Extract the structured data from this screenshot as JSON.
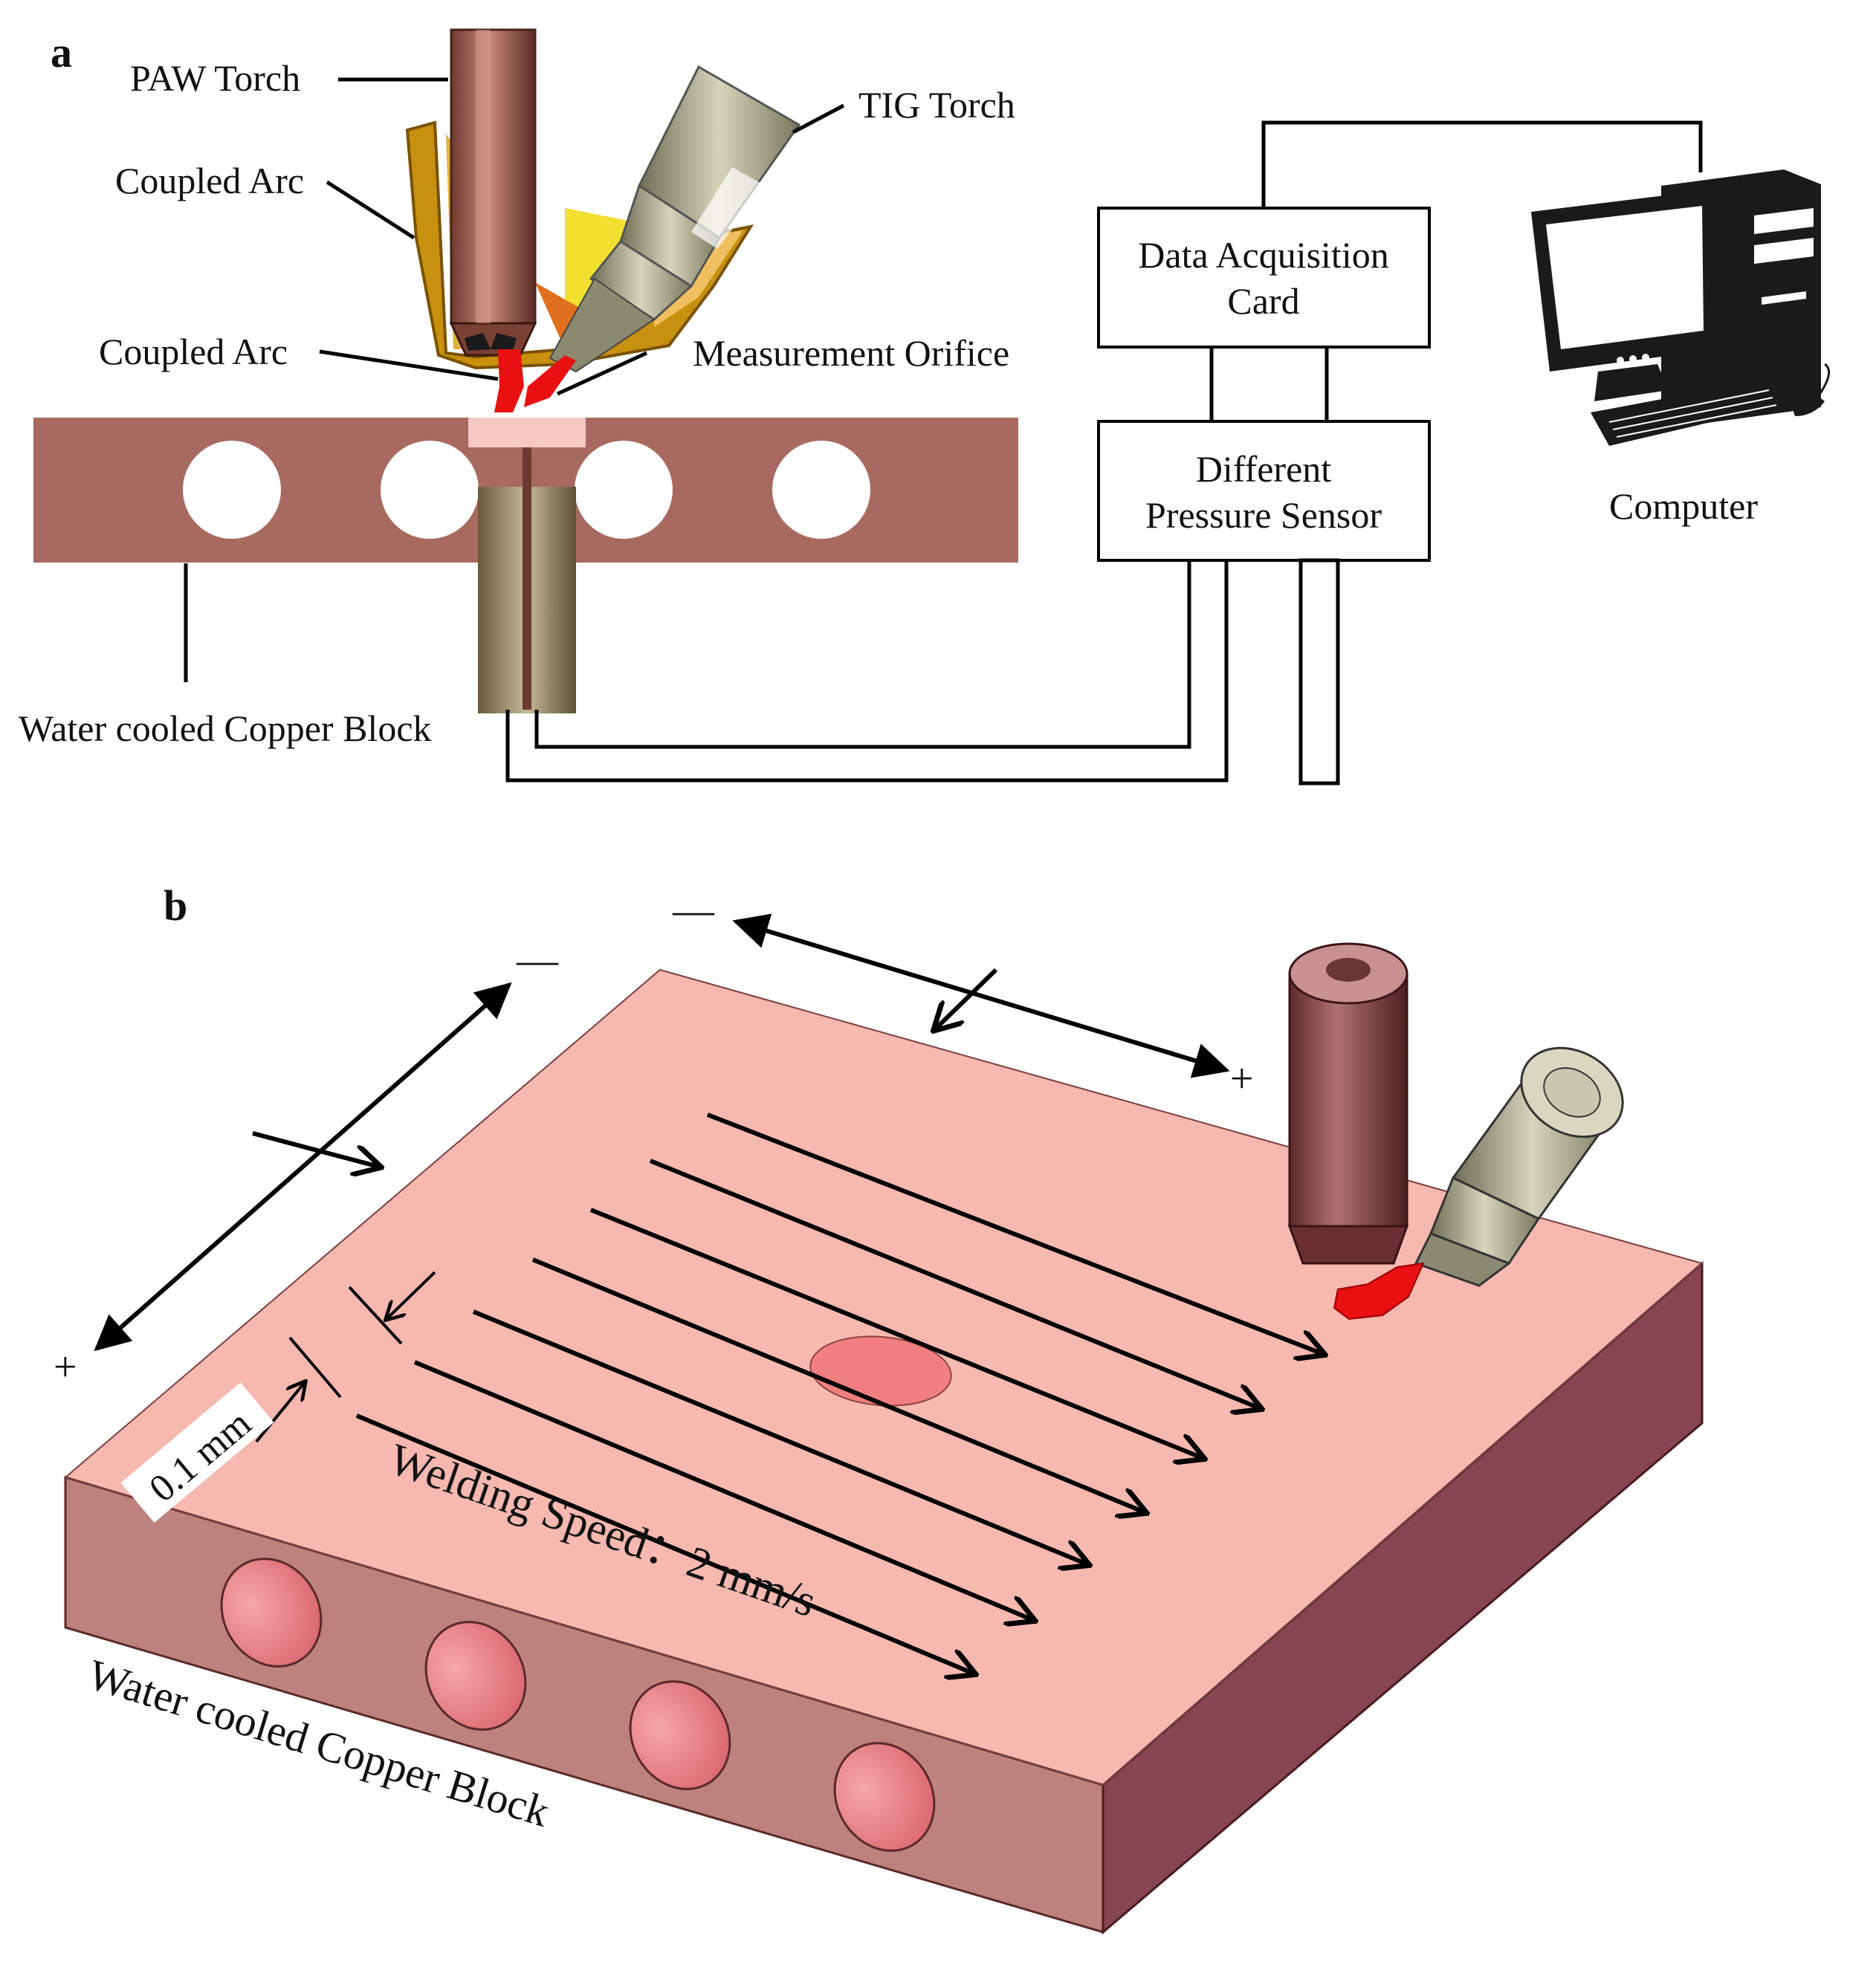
{
  "panel_a": {
    "label": "a",
    "paw_torch": "PAW Torch",
    "tig_torch": "TIG Torch",
    "coupled_arc_1": "Coupled Arc",
    "coupled_arc_2": "Coupled Arc",
    "measurement_orifice": "Measurement Orifice",
    "copper_block": "Water cooled Copper Block",
    "daq_line1": "Data Acquisition",
    "daq_line2": "Card",
    "sensor_line1": "Different",
    "sensor_line2": "Pressure Sensor",
    "computer": "Computer"
  },
  "panel_b": {
    "label": "b",
    "step": "0.1 mm",
    "speed": "Welding Speed：2 mm/s",
    "copper_block": "Water cooled Copper Block",
    "minus_left": "—",
    "minus_right": "—",
    "plus_left": "+",
    "plus_right": "+"
  },
  "colors": {
    "copper_front": "#a86a60",
    "copper_top": "#f7b8b0",
    "copper_side": "#864550",
    "arc_red": "#e81010",
    "arc_gold": "#c89010",
    "tig_metal": "#a9a88a"
  }
}
